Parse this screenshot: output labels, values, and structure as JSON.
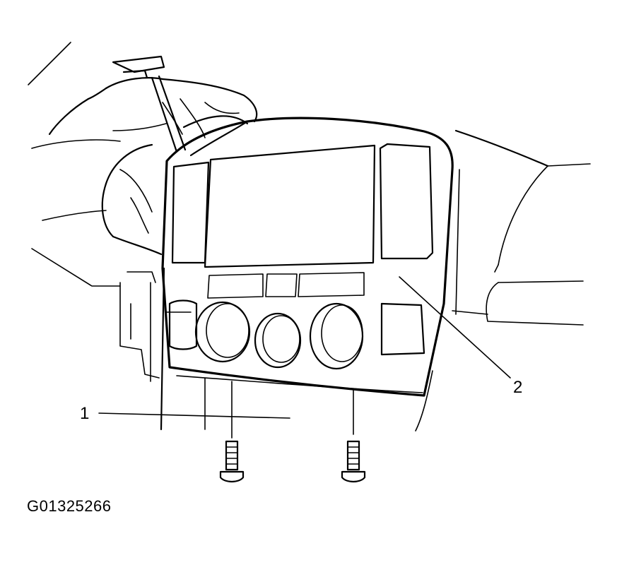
{
  "callouts": {
    "one": "1",
    "two": "2"
  },
  "figure_id": "G01325266",
  "stroke_color": "#000000",
  "background_color": "#ffffff"
}
